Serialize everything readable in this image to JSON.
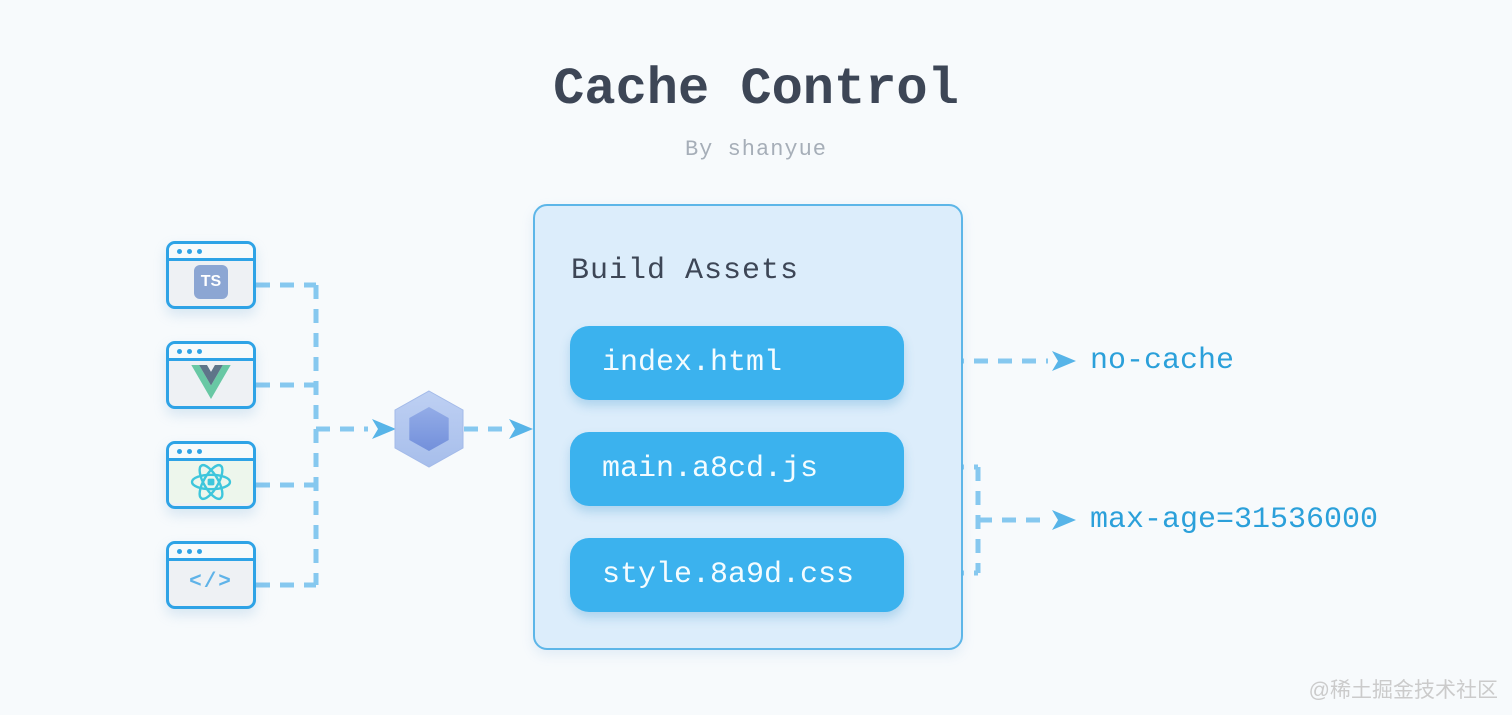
{
  "title": "Cache Control",
  "subtitle": "By shanyue",
  "sources": [
    {
      "name": "typescript",
      "badge": "TS"
    },
    {
      "name": "vue"
    },
    {
      "name": "react"
    },
    {
      "name": "source-code",
      "glyph": "</>"
    }
  ],
  "bundler": {
    "name": "webpack"
  },
  "build_assets": {
    "title": "Build Assets",
    "files": [
      {
        "name": "index.html",
        "cache_policy": "no-cache"
      },
      {
        "name": "main.a8cd.js",
        "cache_policy": "max-age=31536000"
      },
      {
        "name": "style.8a9d.css",
        "cache_policy": "max-age=31536000"
      }
    ]
  },
  "watermark": "@稀土掘金技术社区",
  "colors": {
    "background": "#f7fafc",
    "title_text": "#3d4656",
    "subtitle_text": "#a6aeb8",
    "box_fill": "#dcedfb",
    "box_border": "#5db6e8",
    "pill_fill": "#3bb2ee",
    "pill_text": "#f4fcff",
    "dash_line": "#86c8ef",
    "arrowhead": "#57b4e8",
    "cache_label_text": "#2ba0da",
    "window_border": "#2ea3e6",
    "ts_badge": "#8ca6d3",
    "vue_green": "#68c8a4",
    "vue_slate": "#5e7589",
    "react_cyan": "#3ec6dc",
    "webpack_outer": "#b3c8ef",
    "webpack_inner": "#7e9ce2",
    "watermark_text": "#cbcbcb"
  }
}
